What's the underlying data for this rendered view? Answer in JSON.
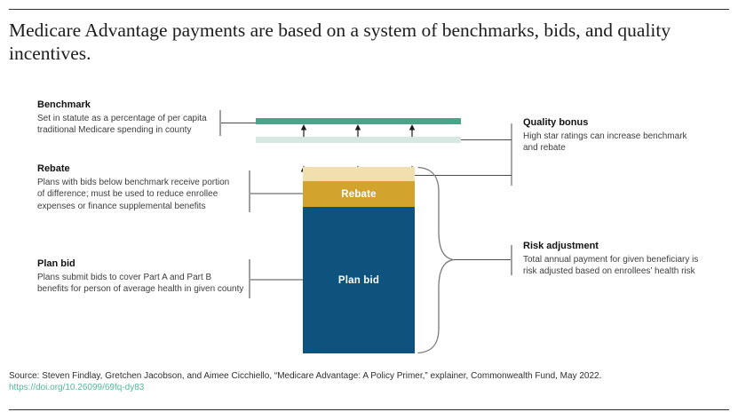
{
  "page": {
    "title": "Medicare Advantage payments are based on a system of benchmarks, bids, and quality incentives.",
    "source_line": "Source: Steven Findlay, Gretchen Jacobson, and Aimee Cicchiello, “Medicare Advantage: A Policy Primer,” explainer, Commonwealth Fund, May 2022.",
    "source_link": "https://doi.org/10.26099/69fq-dy83"
  },
  "callouts": {
    "benchmark": {
      "heading": "Benchmark",
      "body_lines": [
        "Set in statute as a percentage of per capita",
        "traditional Medicare spending in county"
      ]
    },
    "rebate": {
      "heading": "Rebate",
      "body_lines": [
        "Plans with bids below benchmark receive portion",
        "of difference; must be used to reduce enrollee",
        "expenses or finance supplemental benefits"
      ]
    },
    "plan_bid": {
      "heading": "Plan bid",
      "body_lines": [
        "Plans submit bids to cover Part A and Part B",
        "benefits for person of average health in given county"
      ]
    },
    "quality_bonus": {
      "heading": "Quality bonus",
      "body_lines": [
        "High star ratings can increase benchmark",
        "and rebate"
      ]
    },
    "risk_adjustment": {
      "heading": "Risk adjustment",
      "body_lines": [
        "Total annual payment for given beneficiary is",
        "risk adjusted based on enrollees’ health risk"
      ]
    }
  },
  "diagram": {
    "bar_segments": [
      {
        "id": "quality-bonus-increment",
        "label": ""
      },
      {
        "id": "rebate",
        "label": "Rebate"
      },
      {
        "id": "plan-bid",
        "label": "Plan bid"
      }
    ]
  },
  "colors": {
    "benchmark_green": "#4BA487",
    "benchmark_light_green": "#D7E8E1",
    "quality_bonus_tan": "#F1E0AF",
    "rebate_gold": "#D2A42D",
    "plan_bid_blue": "#0E537E",
    "link_teal": "#55B79B",
    "connector_dark": "#4B4B4B",
    "tick_gray": "#9DA0A3",
    "brace_gray": "#77787B"
  }
}
